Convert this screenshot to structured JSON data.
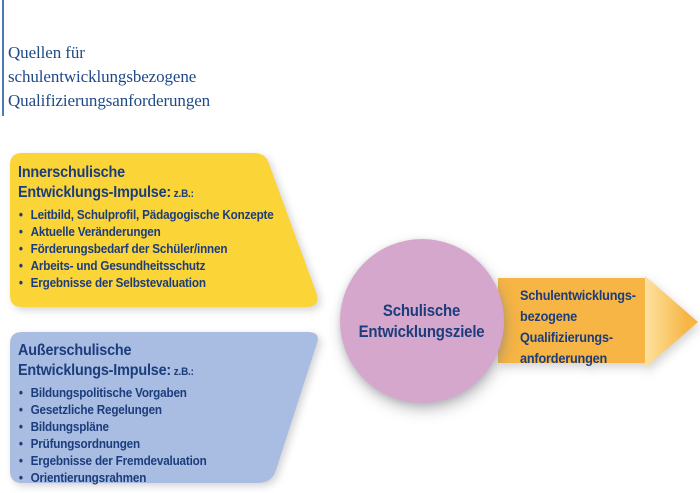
{
  "title": {
    "lines": [
      "Quellen für",
      "schulentwicklungsbezogene",
      "Qualifizierungsanforderungen"
    ]
  },
  "inner_impulses": {
    "heading_line1": "Innerschulische",
    "heading_line2": "Entwicklungs-Impulse:",
    "heading_abbr": "z.B.:",
    "items": [
      "Leitbild, Schulprofil, Pädagogische Konzepte",
      "Aktuelle Veränderungen",
      "Förderungsbedarf der Schüler/innen",
      "Arbeits- und Gesundheitsschutz",
      "Ergebnisse der Selbstevaluation"
    ]
  },
  "outer_impulses": {
    "heading_line1": "Außerschulische",
    "heading_line2": "Entwicklungs-Impulse:",
    "heading_abbr": "z.B.:",
    "items": [
      "Bildungspolitische Vorgaben",
      "Gesetzliche Regelungen",
      "Bildungspläne",
      "Prüfungsordnungen",
      "Ergebnisse der Fremdevaluation",
      "Orientierungsrahmen"
    ]
  },
  "circle": {
    "lines": [
      "Schulische",
      "Entwicklungsziele"
    ]
  },
  "arrow": {
    "lines": [
      "Schulentwicklungs-",
      "bezogene",
      "Qualifizierungs-",
      "anforderungen"
    ]
  },
  "colors": {
    "navy": "#1c3d7c",
    "title-blue": "#1f4a87",
    "rule-blue": "#4d7ab2",
    "yellow": "#fbd437",
    "periwinkle": "#a9bce1",
    "pink": "#d6a7cc",
    "orange": "#f6b544",
    "orange-light": "#fde2a0"
  }
}
